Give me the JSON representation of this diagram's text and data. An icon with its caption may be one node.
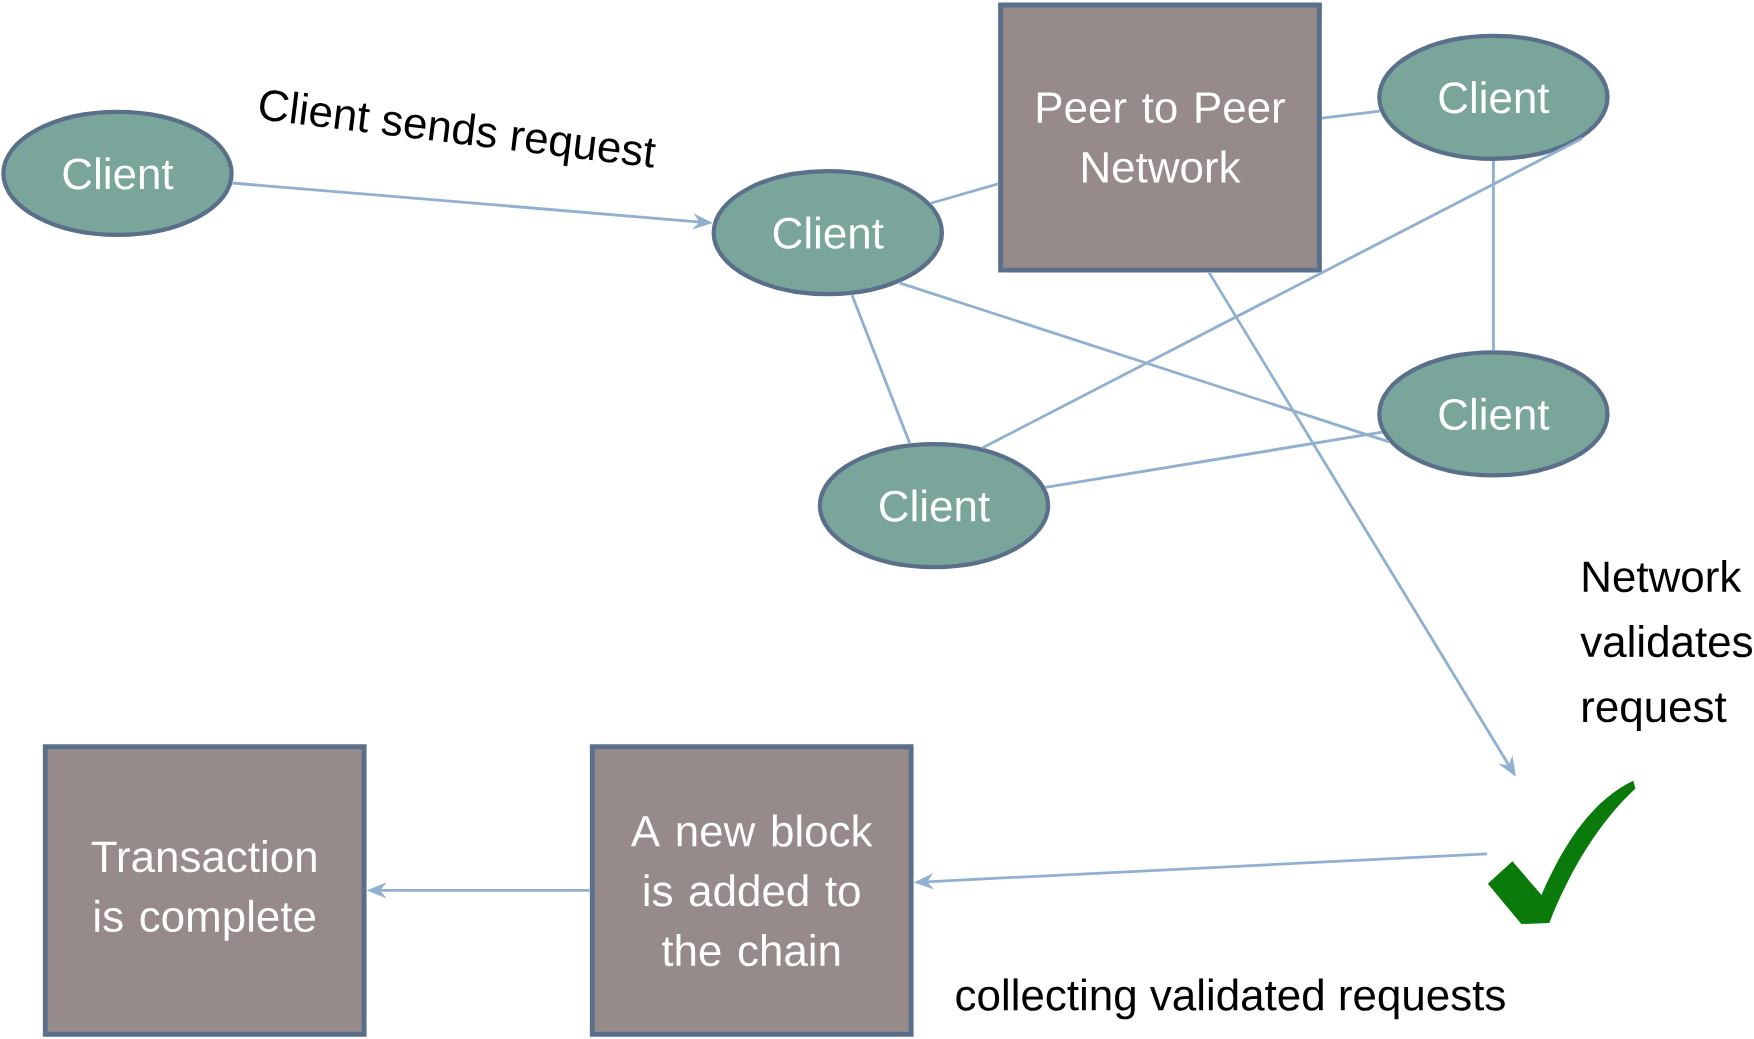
{
  "diagram": {
    "nodes": [
      {
        "text": [
          "Client"
        ]
      },
      {
        "text": [
          "Client"
        ]
      },
      {
        "text": [
          "Peer to Peer Network"
        ]
      },
      {
        "text": [
          "Client"
        ]
      },
      {
        "text": [
          "Client"
        ]
      },
      {
        "text": [
          "Client"
        ]
      },
      {
        "text": [],
        "shape": "picture",
        "beside": [
          "Network validates request"
        ]
      },
      {
        "text": [
          "A new block is added to the chain"
        ]
      },
      {
        "text": [
          "Transaction is complete"
        ]
      }
    ],
    "edges": [
      {
        "from": 0,
        "to": 1,
        "arrow": "to",
        "label": "Client sends request"
      },
      {
        "from": 1,
        "to": 2,
        "arrow": "none"
      },
      {
        "from": 2,
        "to": 3,
        "arrow": "none"
      },
      {
        "from": 1,
        "to": 5,
        "arrow": "none"
      },
      {
        "from": 1,
        "to": 4,
        "arrow": "none"
      },
      {
        "from": 3,
        "to": 4,
        "arrow": "none"
      },
      {
        "from": 3,
        "to": 5,
        "arrow": "none"
      },
      {
        "from": 5,
        "to": 4,
        "arrow": "none"
      },
      {
        "from": 2,
        "to": 6,
        "arrow": "to"
      },
      {
        "from": 6,
        "to": 7,
        "arrow": "to",
        "label": "collecting validated requests"
      },
      {
        "from": 7,
        "to": 8,
        "arrow": "to"
      }
    ]
  }
}
